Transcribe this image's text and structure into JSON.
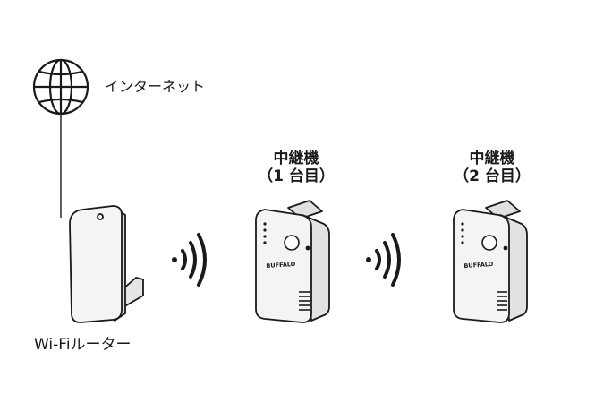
{
  "labels": {
    "internet": "インターネット",
    "router": "Wi-Fiルーター",
    "repeater1_title": "中継機",
    "repeater1_sub": "（1 台目）",
    "repeater2_title": "中継機",
    "repeater2_sub": "（2 台目）",
    "brand": "BUFFALO"
  },
  "colors": {
    "stroke": "#1a1a1a",
    "device_fill": "#f4f4f4",
    "background": "#ffffff"
  },
  "icons": [
    "globe-icon",
    "wifi-signal-icon",
    "router-icon",
    "repeater-icon"
  ]
}
